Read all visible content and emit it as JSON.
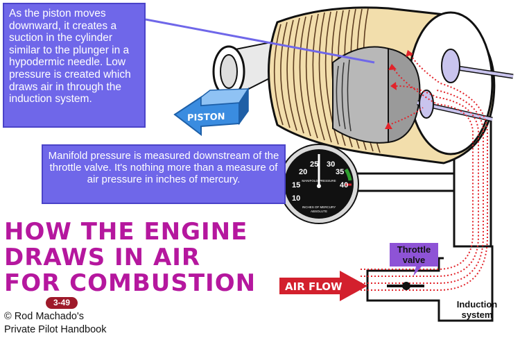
{
  "callouts": {
    "piston_text": "As the piston moves downward, it creates a suction in the cylinder similar to the plunger in a hypodermic needle. Low pressure is created which draws air in through the induction system.",
    "manifold_text": "Manifold pressure is  measured downstream of the throttle valve. It's nothing more than a measure of air pressure in inches of mercury."
  },
  "title": {
    "line1": "HOW THE ENGINE",
    "line2": "DRAWS IN AIR",
    "line3": "FOR COMBUSTION"
  },
  "page_badge": "3-49",
  "credit": {
    "line1": "© Rod Machado's",
    "line2": "Private Pilot Handbook"
  },
  "labels": {
    "piston_arrow": "PISTON",
    "air_flow": "AIR FLOW",
    "throttle_valve": "Throttle valve",
    "induction_system": "Induction system"
  },
  "gauge": {
    "ticks": [
      "10",
      "15",
      "20",
      "25",
      "30",
      "35",
      "40"
    ],
    "face_title": "MANIFOLD PRESSURE",
    "bottom_label_1": "INCHES OF MERCURY",
    "bottom_label_2": "ABSOLUTE"
  },
  "colors": {
    "callout_bg": "#6f67e9",
    "title_magenta": "#b5179e",
    "badge_red": "#9e1a2a",
    "airflow_red": "#d3202d",
    "throttle_purple": "#8e53d6",
    "cylinder_tan": "#f2deac",
    "arrow_red_dotted": "#e2232a"
  }
}
